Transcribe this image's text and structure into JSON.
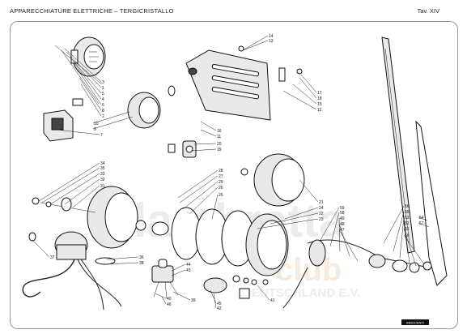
{
  "header": {
    "title": "APPARECCHIATURE ELETTRICHE – TERGICRISTALLO",
    "plate": "Tav. XIV"
  },
  "watermark": {
    "line1": "lambretta",
    "line2": "club",
    "line3": "DEUTSCHLAND E.V."
  },
  "logo": {
    "text": "INNOCENTI"
  },
  "callouts": [
    "14",
    "13",
    "3",
    "1",
    "5",
    "4",
    "6",
    "8",
    "2",
    "10",
    "9",
    "7",
    "17",
    "18",
    "15",
    "12",
    "16",
    "11",
    "20",
    "19",
    "34",
    "35",
    "33",
    "32",
    "31",
    "28",
    "27",
    "29",
    "26",
    "25",
    "21",
    "24",
    "22",
    "23",
    "59",
    "58",
    "49",
    "48",
    "47",
    "56",
    "55",
    "53",
    "52",
    "51",
    "50",
    "54",
    "57",
    "37",
    "36",
    "38",
    "44",
    "43",
    "39",
    "40",
    "46",
    "45",
    "42",
    "41"
  ]
}
